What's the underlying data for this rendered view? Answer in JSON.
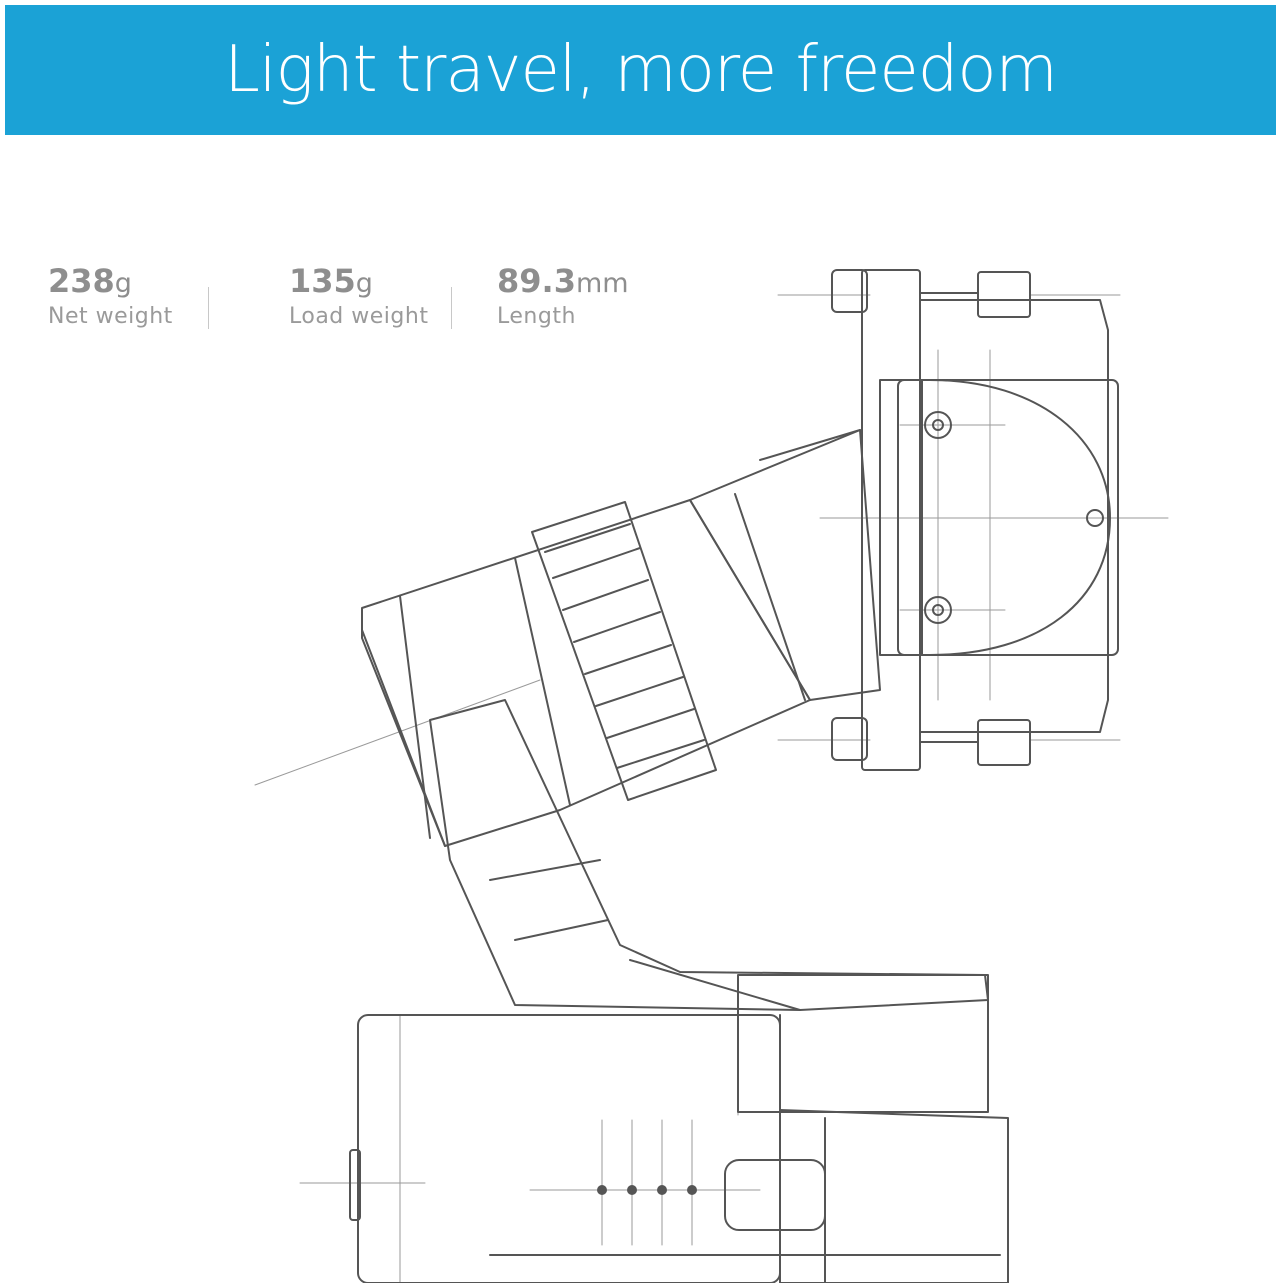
{
  "banner": {
    "title": "Light travel, more freedom",
    "background_color": "#1BA2D6"
  },
  "specs": [
    {
      "value": "238",
      "unit": "g",
      "label": "Net weight"
    },
    {
      "value": "135",
      "unit": "g",
      "label": "Load weight"
    },
    {
      "value": "89.3",
      "unit": "mm",
      "label": "Length"
    }
  ],
  "illustration": {
    "subject": "gimbal-line-drawing",
    "line_color": "#555555"
  }
}
